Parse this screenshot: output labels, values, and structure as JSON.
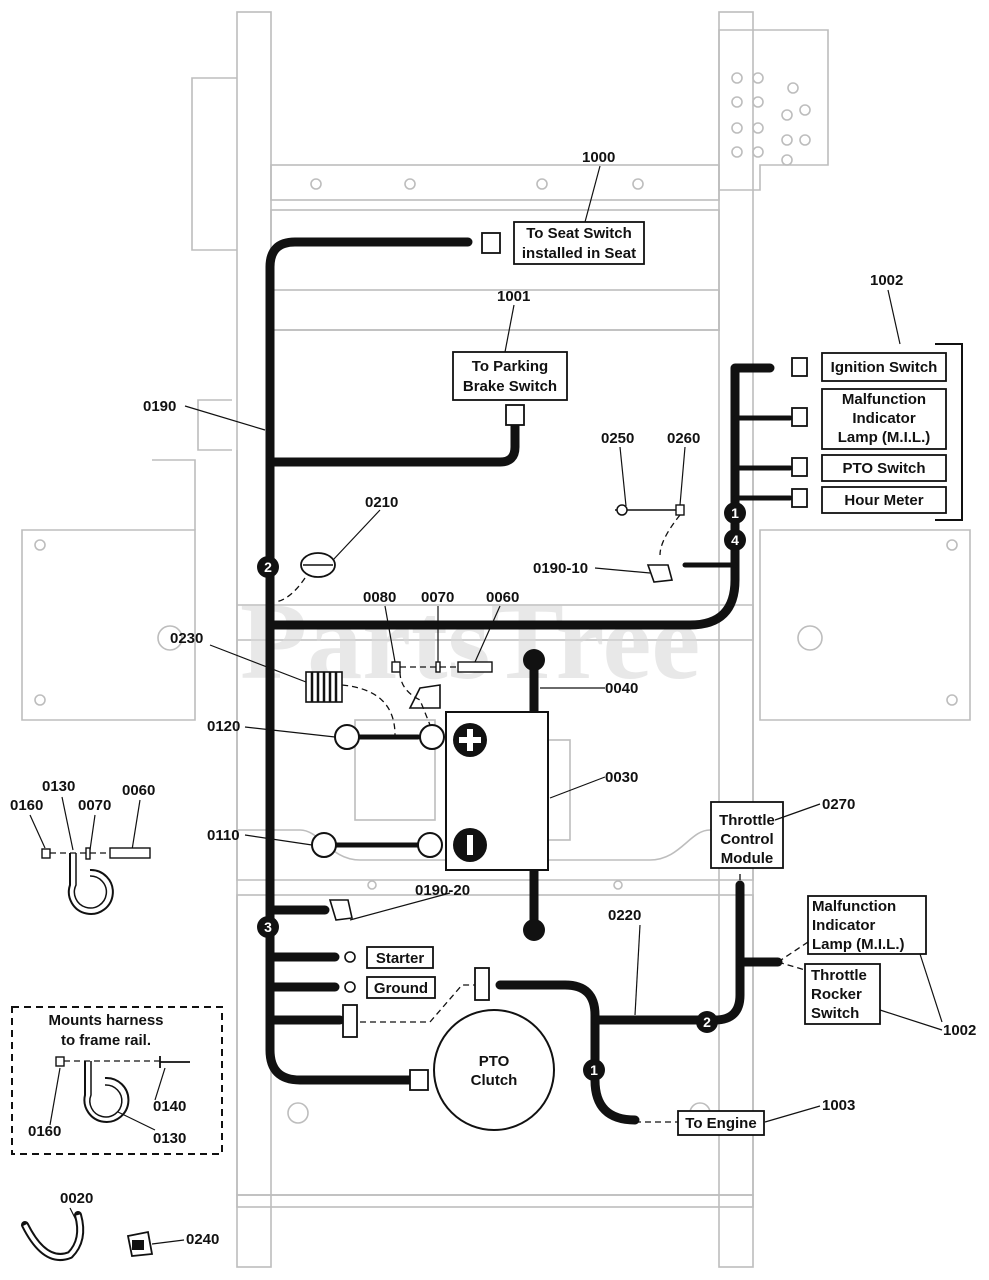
{
  "watermark": "PartsTree",
  "part_numbers": {
    "p1000": "1000",
    "p1001": "1001",
    "p1002_top": "1002",
    "p0190": "0190",
    "p0250": "0250",
    "p0260": "0260",
    "p0210": "0210",
    "p0190_10": "0190-10",
    "p0080": "0080",
    "p0070": "0070",
    "p0060": "0060",
    "p0230": "0230",
    "p0040": "0040",
    "p0120": "0120",
    "p0030": "0030",
    "p0110": "0110",
    "p0270": "0270",
    "p0190_20": "0190-20",
    "p0220": "0220",
    "p1002_bottom": "1002",
    "p1003": "1003",
    "p0160_a": "0160",
    "p0130_a": "0130",
    "p0070_a": "0070",
    "p0060_a": "0060",
    "p0160_b": "0160",
    "p0140": "0140",
    "p0130_b": "0130",
    "p0020": "0020",
    "p0240": "0240"
  },
  "boxes": {
    "seat_switch_1": "To Seat Switch",
    "seat_switch_2": "installed in Seat",
    "parking_1": "To Parking",
    "parking_2": "Brake Switch",
    "ignition": "Ignition Switch",
    "mil_top_1": "Malfunction",
    "mil_top_2": "Indicator",
    "mil_top_3": "Lamp (M.I.L.)",
    "pto_switch": "PTO Switch",
    "hour_meter": "Hour Meter",
    "throttle_mod_1": "Throttle",
    "throttle_mod_2": "Control",
    "throttle_mod_3": "Module",
    "mil_bot_1": "Malfunction",
    "mil_bot_2": "Indicator",
    "mil_bot_3": "Lamp (M.I.L.)",
    "rocker_1": "Throttle",
    "rocker_2": "Rocker",
    "rocker_3": "Switch",
    "starter": "Starter",
    "ground": "Ground",
    "to_engine": "To Engine",
    "pto_clutch_1": "PTO",
    "pto_clutch_2": "Clutch"
  },
  "inset": {
    "title_1": "Mounts harness",
    "title_2": "to frame rail."
  },
  "callouts": {
    "c1_top": "1",
    "c4": "4",
    "c2_left": "2",
    "c3": "3",
    "c2_right": "2",
    "c1_bottom": "1"
  }
}
